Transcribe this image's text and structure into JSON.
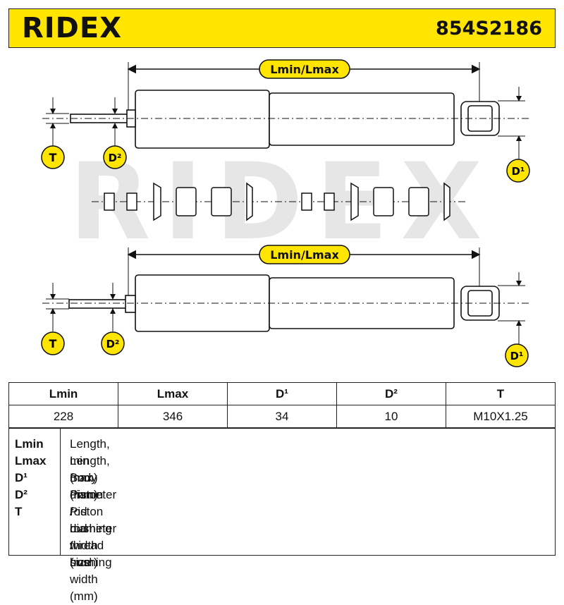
{
  "header": {
    "brand": "RIDEX",
    "part_number": "854S2186"
  },
  "diagram": {
    "dimension_label": "Lmin/Lmax",
    "watermark": "RIDEX",
    "badges": {
      "thread": "T",
      "rod_diameter": "D²",
      "body_diameter": "D¹"
    },
    "colors": {
      "header": "#ffe500",
      "badge": "#ffe500",
      "outline": "#111111",
      "watermark": "#e6e6e6"
    }
  },
  "specs": {
    "headers": [
      "Lmin",
      "Lmax",
      "D¹",
      "D²",
      "T"
    ],
    "values": [
      "228",
      "346",
      "34",
      "10",
      "M10X1.25"
    ]
  },
  "legend": [
    {
      "key": "Lmin",
      "desc": "Length, min (mm)"
    },
    {
      "key": "Lmax",
      "desc": "Length, max (mm)"
    },
    {
      "key": "D¹",
      "desc": "Body diameter / bushing width (mm)"
    },
    {
      "key": "D²",
      "desc": "Piston rod diameter / bushing width (mm)"
    },
    {
      "key": "T",
      "desc": "Piston rod thread size"
    }
  ]
}
